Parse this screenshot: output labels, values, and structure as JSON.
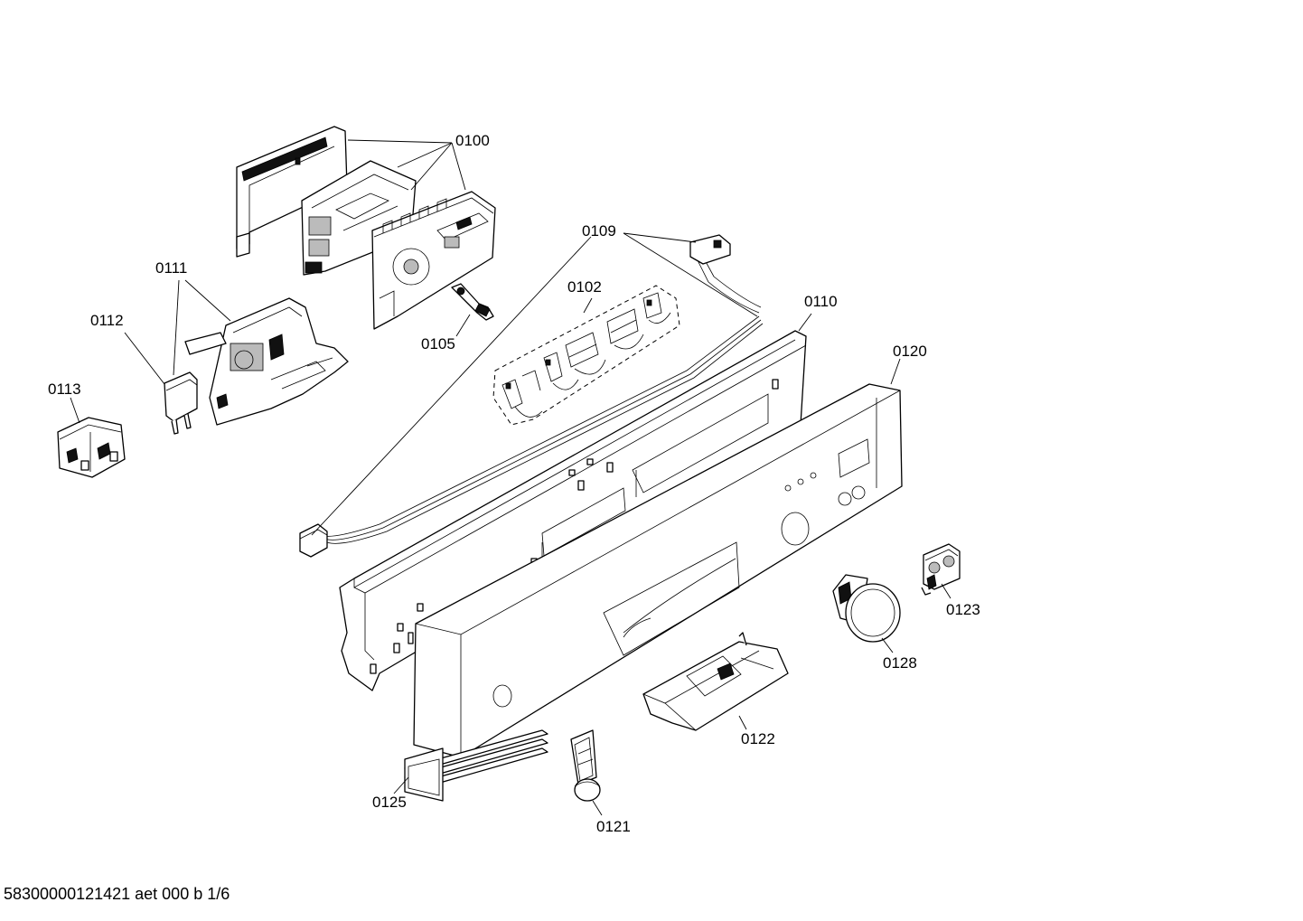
{
  "callouts": {
    "c0100": "0100",
    "c0109": "0109",
    "c0102": "0102",
    "c0111": "0111",
    "c0112": "0112",
    "c0113": "0113",
    "c0105": "0105",
    "c0110": "0110",
    "c0120": "0120",
    "c0123": "0123",
    "c0128": "0128",
    "c0122": "0122",
    "c0125": "0125",
    "c0121": "0121"
  },
  "footer": "58300000121421 aet 000 b 1/6"
}
